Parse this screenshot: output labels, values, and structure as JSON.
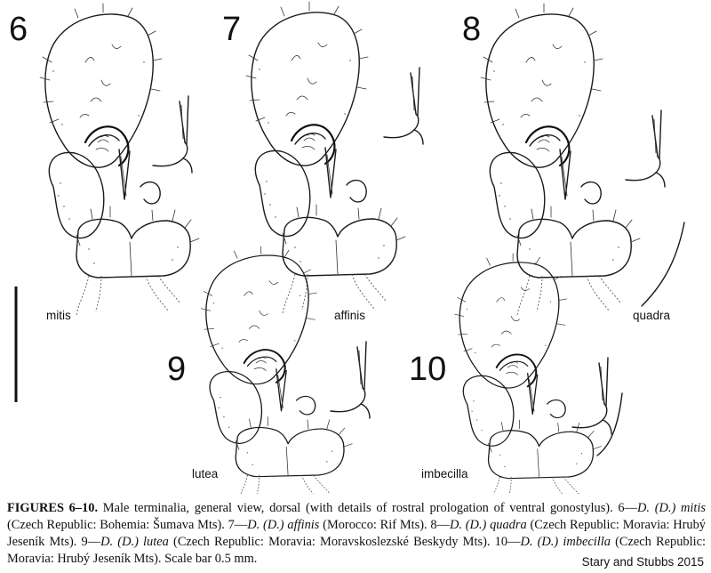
{
  "figures": [
    {
      "number": "6",
      "species": "mitis"
    },
    {
      "number": "7",
      "species": "affinis"
    },
    {
      "number": "8",
      "species": "quadra"
    },
    {
      "number": "9",
      "species": "lutea"
    },
    {
      "number": "10",
      "species": "imbecilla"
    }
  ],
  "caption": {
    "heading": "FIGURES 6–10.",
    "intro": " Male terminalia, general view, dorsal (with details of rostral prologation of ventral gonostylus). ",
    "f6_num": "6—",
    "f6_taxon": "D. (D.) mitis",
    "f6_loc": " (Czech Republic: Bohemia: Šumava Mts). ",
    "f7_num": "7—",
    "f7_taxon": "D. (D.) affinis",
    "f7_loc": " (Morocco: Rif Mts). ",
    "f8_num": "8—",
    "f8_taxon": "D. (D.) quadra",
    "f8_loc": " (Czech Republic: Moravia: Hrubý Jeseník Mts). ",
    "f9_num": "9—",
    "f9_taxon": "D. (D.) lutea",
    "f9_loc": " (Czech Republic: Moravia: Moravskoslezské Beskydy Mts). ",
    "f10_num": "10—",
    "f10_taxon": "D. (D.) imbecilla",
    "f10_loc": " (Czech Republic: Moravia: Hrubý Jeseník Mts). ",
    "scale": "Scale bar 0.5 mm."
  },
  "credit": "Stary and Stubbs 2015"
}
